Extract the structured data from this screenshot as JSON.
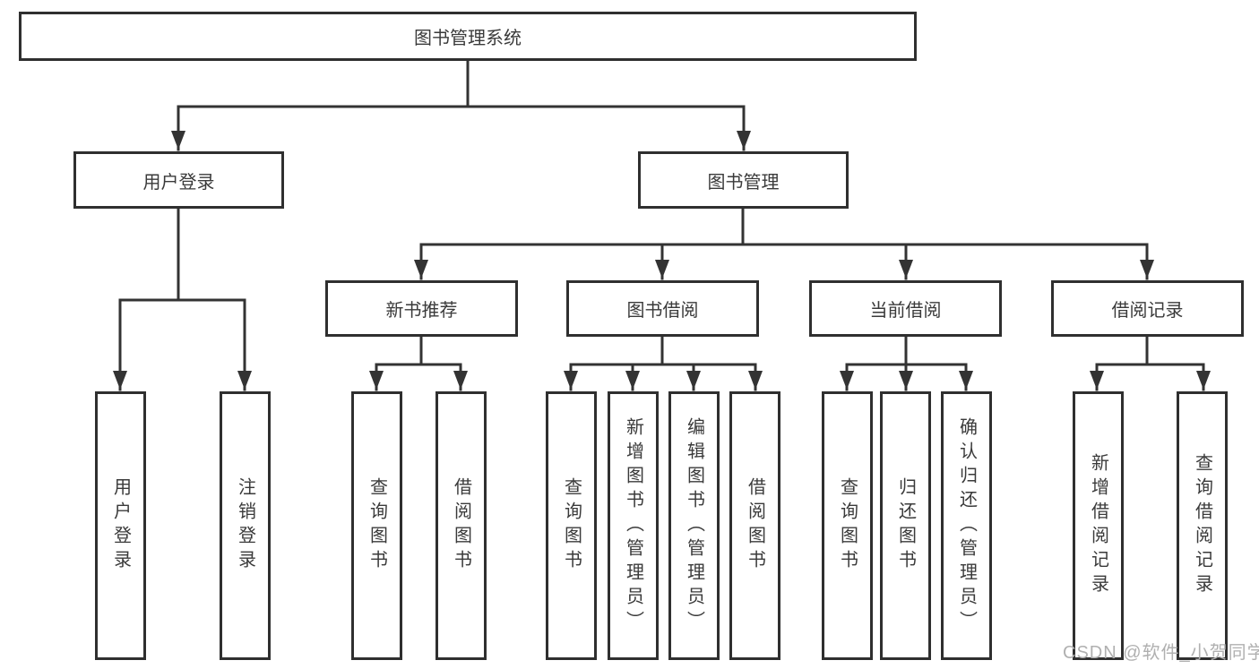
{
  "diagram": {
    "root": {
      "label": "图书管理系统"
    },
    "branches": [
      {
        "label": "用户登录",
        "children": [
          {
            "label": "用户登录"
          },
          {
            "label": "注销登录"
          }
        ]
      },
      {
        "label": "图书管理",
        "children": [
          {
            "label": "新书推荐",
            "children": [
              {
                "label": "查询图书"
              },
              {
                "label": "借阅图书"
              }
            ]
          },
          {
            "label": "图书借阅",
            "children": [
              {
                "label": "查询图书"
              },
              {
                "label": "新增图书（管理员）"
              },
              {
                "label": "编辑图书（管理员）"
              },
              {
                "label": "借阅图书"
              }
            ]
          },
          {
            "label": "当前借阅",
            "children": [
              {
                "label": "查询图书"
              },
              {
                "label": "归还图书"
              },
              {
                "label": "确认归还（管理员）"
              }
            ]
          },
          {
            "label": "借阅记录",
            "children": [
              {
                "label": "新增借阅记录"
              },
              {
                "label": "查询借阅记录"
              }
            ]
          }
        ]
      }
    ]
  },
  "watermark": {
    "text": "CSDN @软件_小贺同学"
  },
  "colors": {
    "line": "#333333",
    "box_border": "#2f2f2f",
    "text": "#3a3a3a",
    "watermark": "#b0b0b0",
    "background": "#ffffff"
  }
}
